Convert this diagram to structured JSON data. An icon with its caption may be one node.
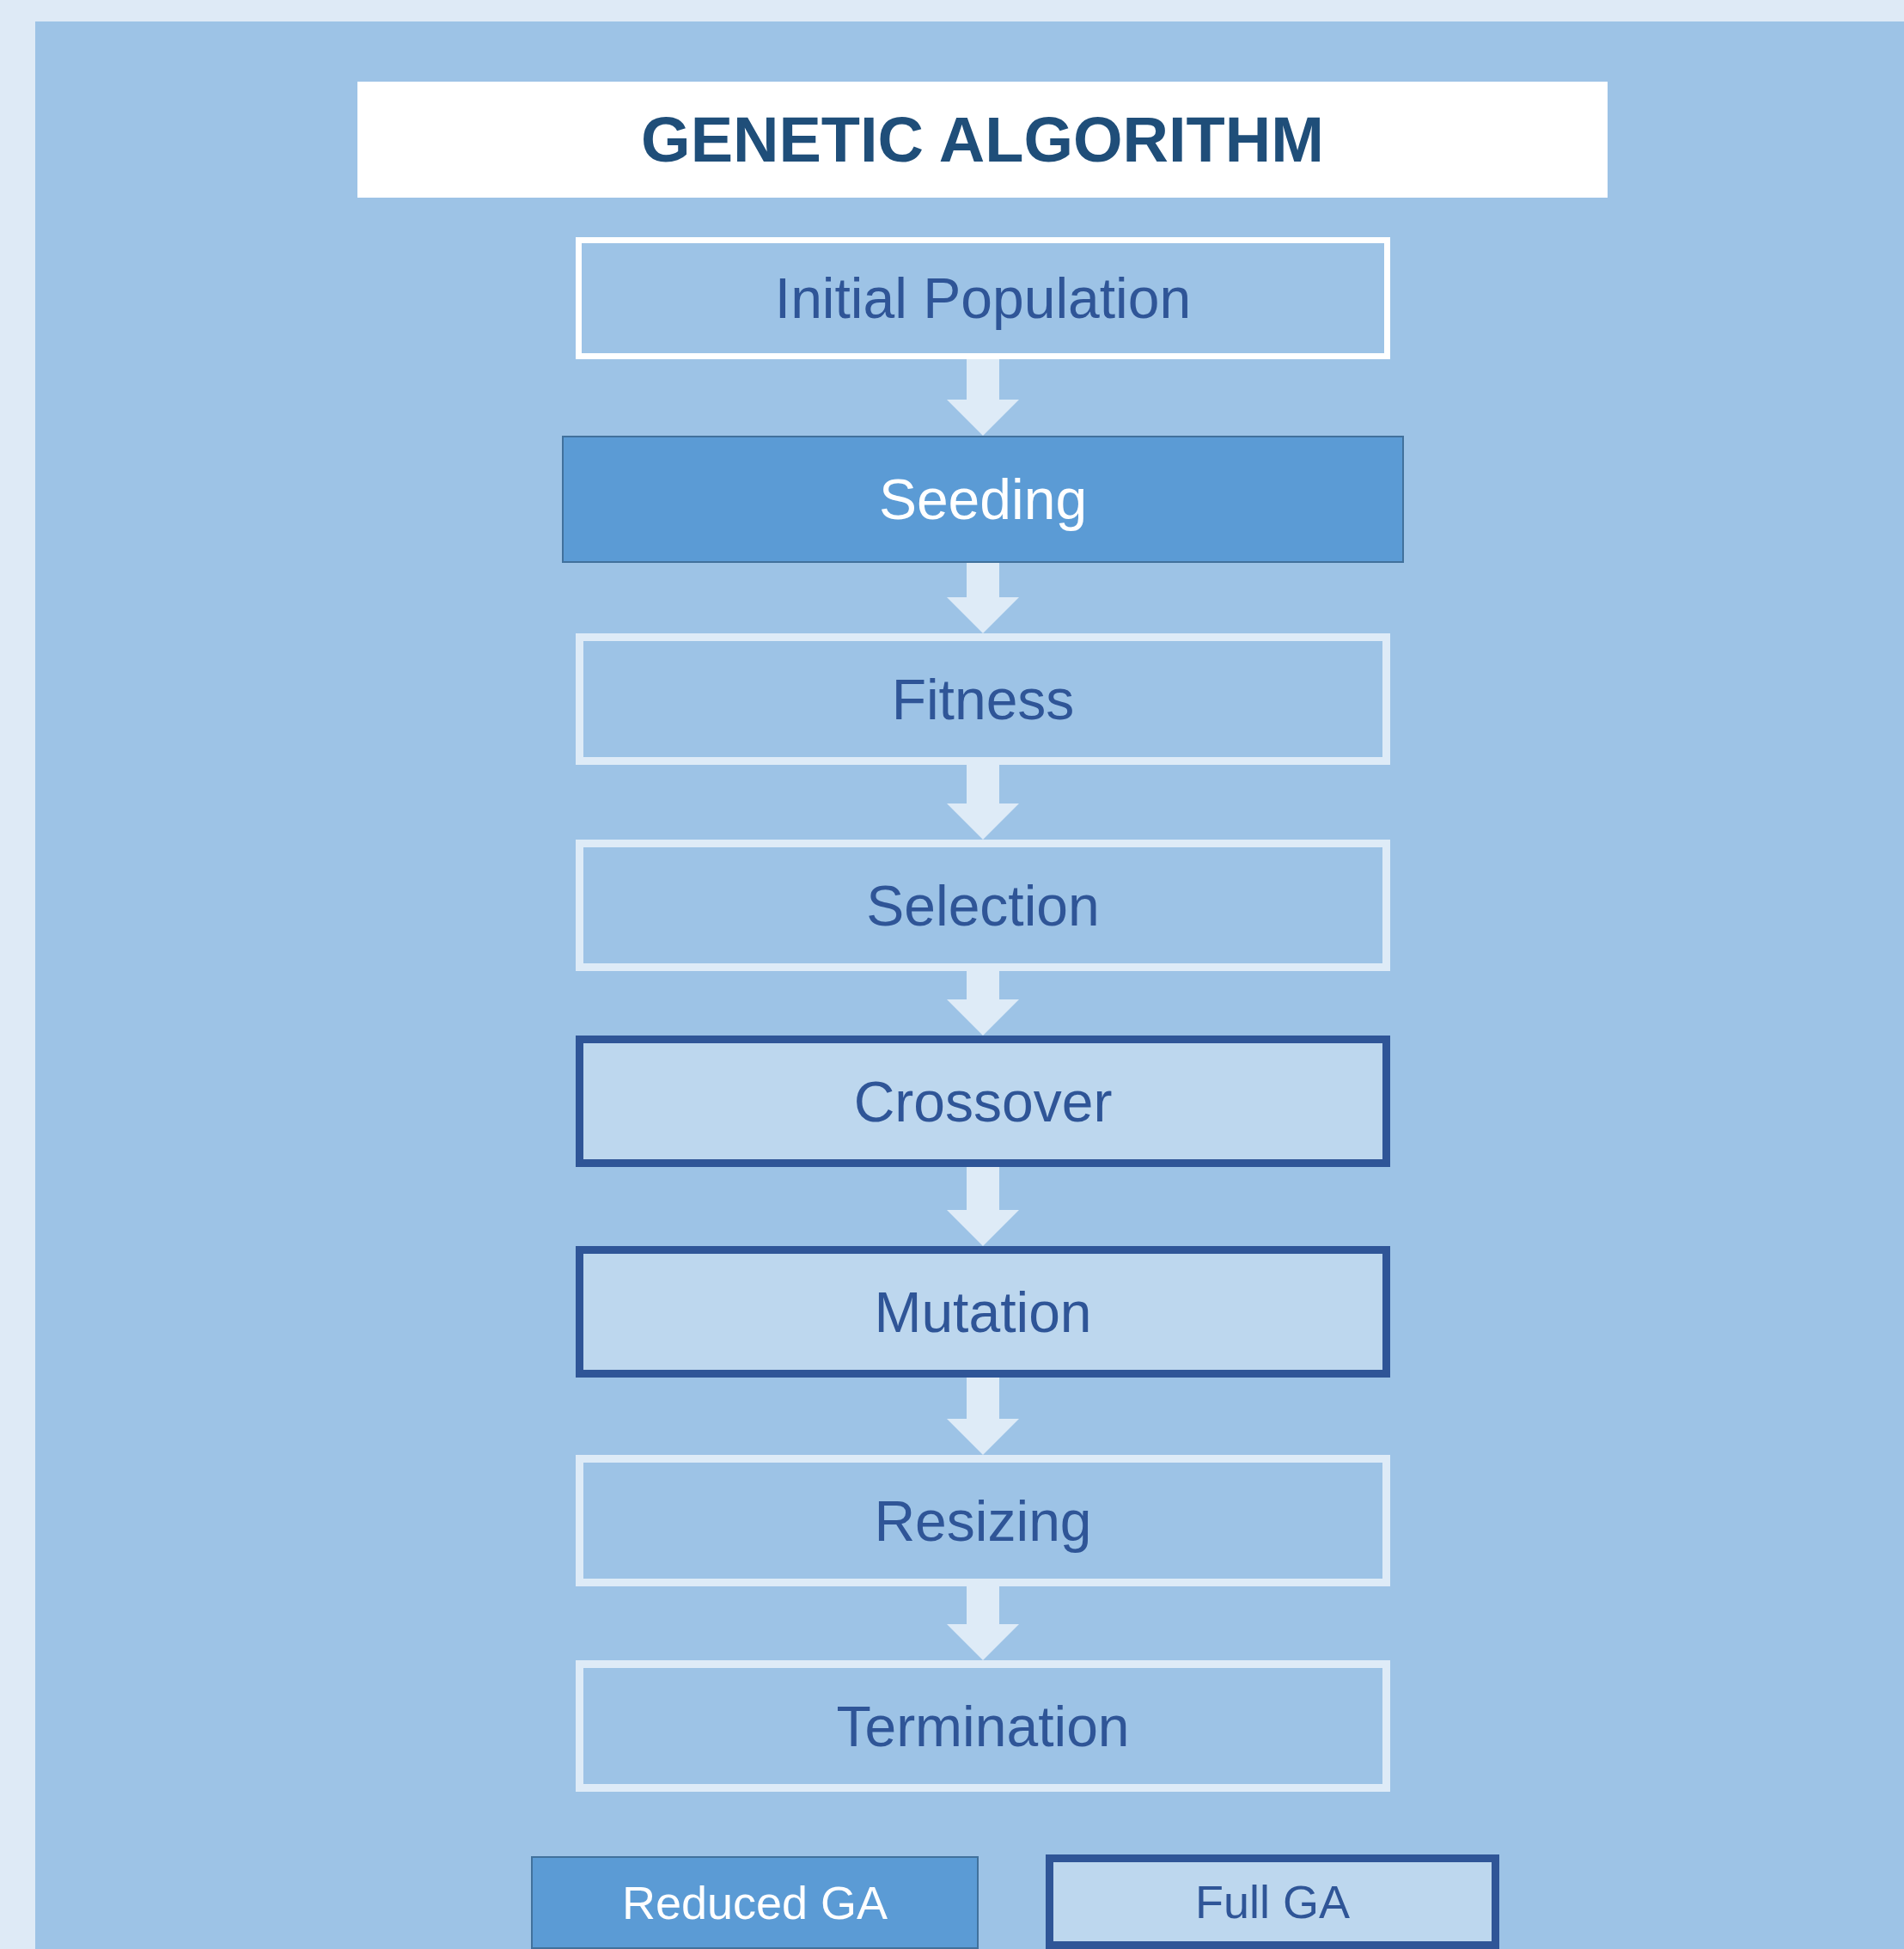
{
  "diagram": {
    "title": "GENETIC ALGORITHM",
    "nodes": [
      {
        "text": [
          "Initial Population"
        ]
      },
      {
        "text": [
          "Seeding"
        ]
      },
      {
        "text": [
          "Fitness"
        ]
      },
      {
        "text": [
          "Selection"
        ]
      },
      {
        "text": [
          "Crossover"
        ]
      },
      {
        "text": [
          "Mutation"
        ]
      },
      {
        "text": [
          "Resizing"
        ]
      },
      {
        "text": [
          "Termination"
        ]
      }
    ],
    "edges": [
      {
        "from": 0,
        "to": 1,
        "arrow": "to"
      },
      {
        "from": 1,
        "to": 2,
        "arrow": "to"
      },
      {
        "from": 2,
        "to": 3,
        "arrow": "to"
      },
      {
        "from": 3,
        "to": 4,
        "arrow": "to"
      },
      {
        "from": 4,
        "to": 5,
        "arrow": "to"
      },
      {
        "from": 5,
        "to": 6,
        "arrow": "to"
      },
      {
        "from": 6,
        "to": 7,
        "arrow": "to"
      }
    ],
    "legend": [
      {
        "text": "Reduced GA",
        "color": "#5b9bd5"
      },
      {
        "text": "Full GA",
        "color": "#bdd7ee"
      }
    ]
  }
}
